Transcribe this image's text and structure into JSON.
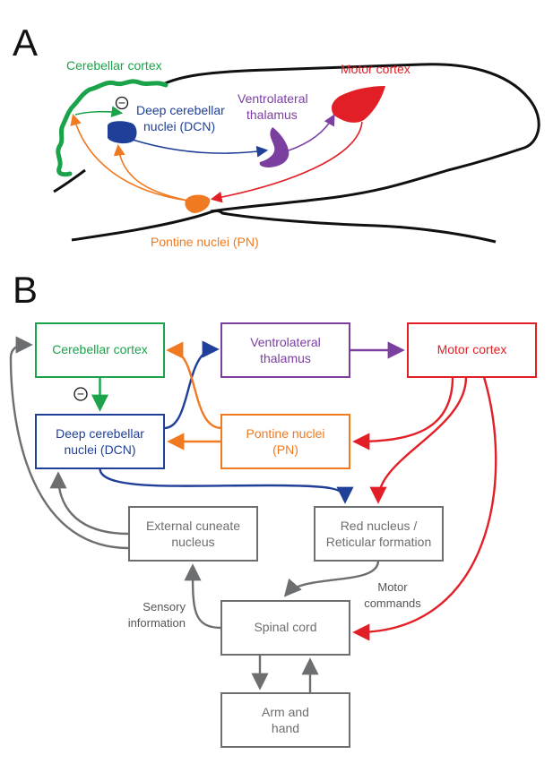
{
  "panel_a": {
    "letter": "A",
    "labels": {
      "cerebellar_cortex": "Cerebellar cortex",
      "motor_cortex": "Motor cortex",
      "dcn_line1": "Deep cerebellar",
      "dcn_line2": "nuclei (DCN)",
      "vl_line1": "Ventrolateral",
      "vl_line2": "thalamus",
      "pontine": "Pontine nuclei (PN)",
      "inhibition_symbol": "−"
    }
  },
  "panel_b": {
    "letter": "B",
    "boxes": {
      "cerebellar_cortex": "Cerebellar cortex",
      "vl_line1": "Ventrolateral",
      "vl_line2": "thalamus",
      "motor_cortex": "Motor cortex",
      "dcn_line1": "Deep cerebellar",
      "dcn_line2": "nuclei (DCN)",
      "pontine_line1": "Pontine nuclei",
      "pontine_line2": "(PN)",
      "ecn_line1": "External cuneate",
      "ecn_line2": "nucleus",
      "red_line1": "Red nucleus /",
      "red_line2": "Reticular formation",
      "spinal": "Spinal cord",
      "arm_line1": "Arm and",
      "arm_line2": "hand"
    },
    "annotations": {
      "sensory_line1": "Sensory",
      "sensory_line2": "information",
      "motor_line1": "Motor",
      "motor_line2": "commands",
      "inhibition_symbol": "−"
    }
  },
  "colors": {
    "green": "#1aa34a",
    "blue": "#1f3f99",
    "purple": "#7b3fa0",
    "red": "#e21f26",
    "orange": "#f07a22",
    "gray": "#6d6e70",
    "black": "#111111"
  }
}
